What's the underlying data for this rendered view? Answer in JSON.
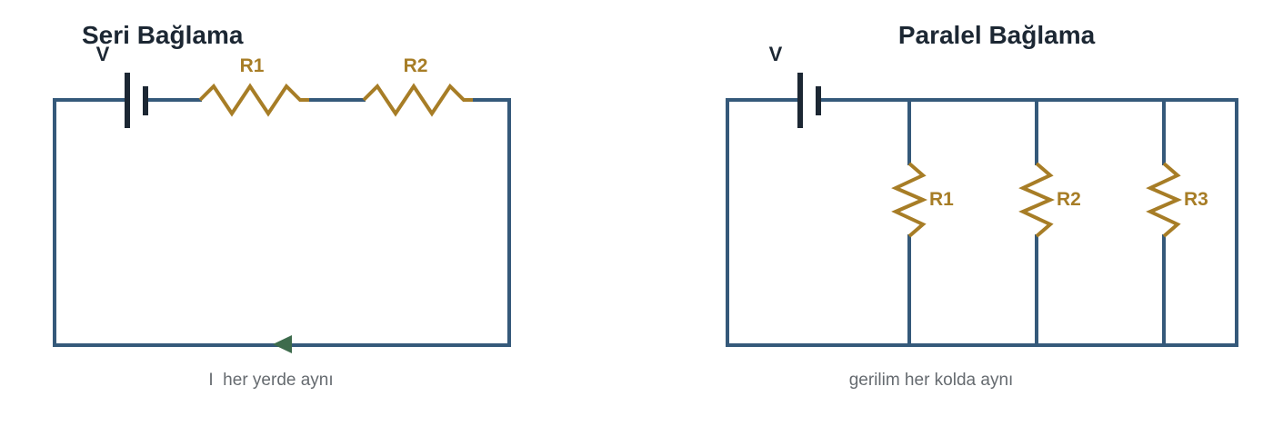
{
  "series_circuit": {
    "title": "Seri Bağlama",
    "source_label": "V",
    "resistors": [
      "R1",
      "R2"
    ],
    "caption": "I  her yerde aynı",
    "current_arrow_direction": "left"
  },
  "parallel_circuit": {
    "title": "Paralel Bağlama",
    "source_label": "V",
    "resistors": [
      "R1",
      "R2",
      "R3"
    ],
    "caption": "gerilim her kolda aynı"
  },
  "colors": {
    "wire": "#35597a",
    "resistor": "#a77d26",
    "battery": "#1c2733",
    "arrow": "#3d6b4c",
    "caption": "#666b70"
  }
}
